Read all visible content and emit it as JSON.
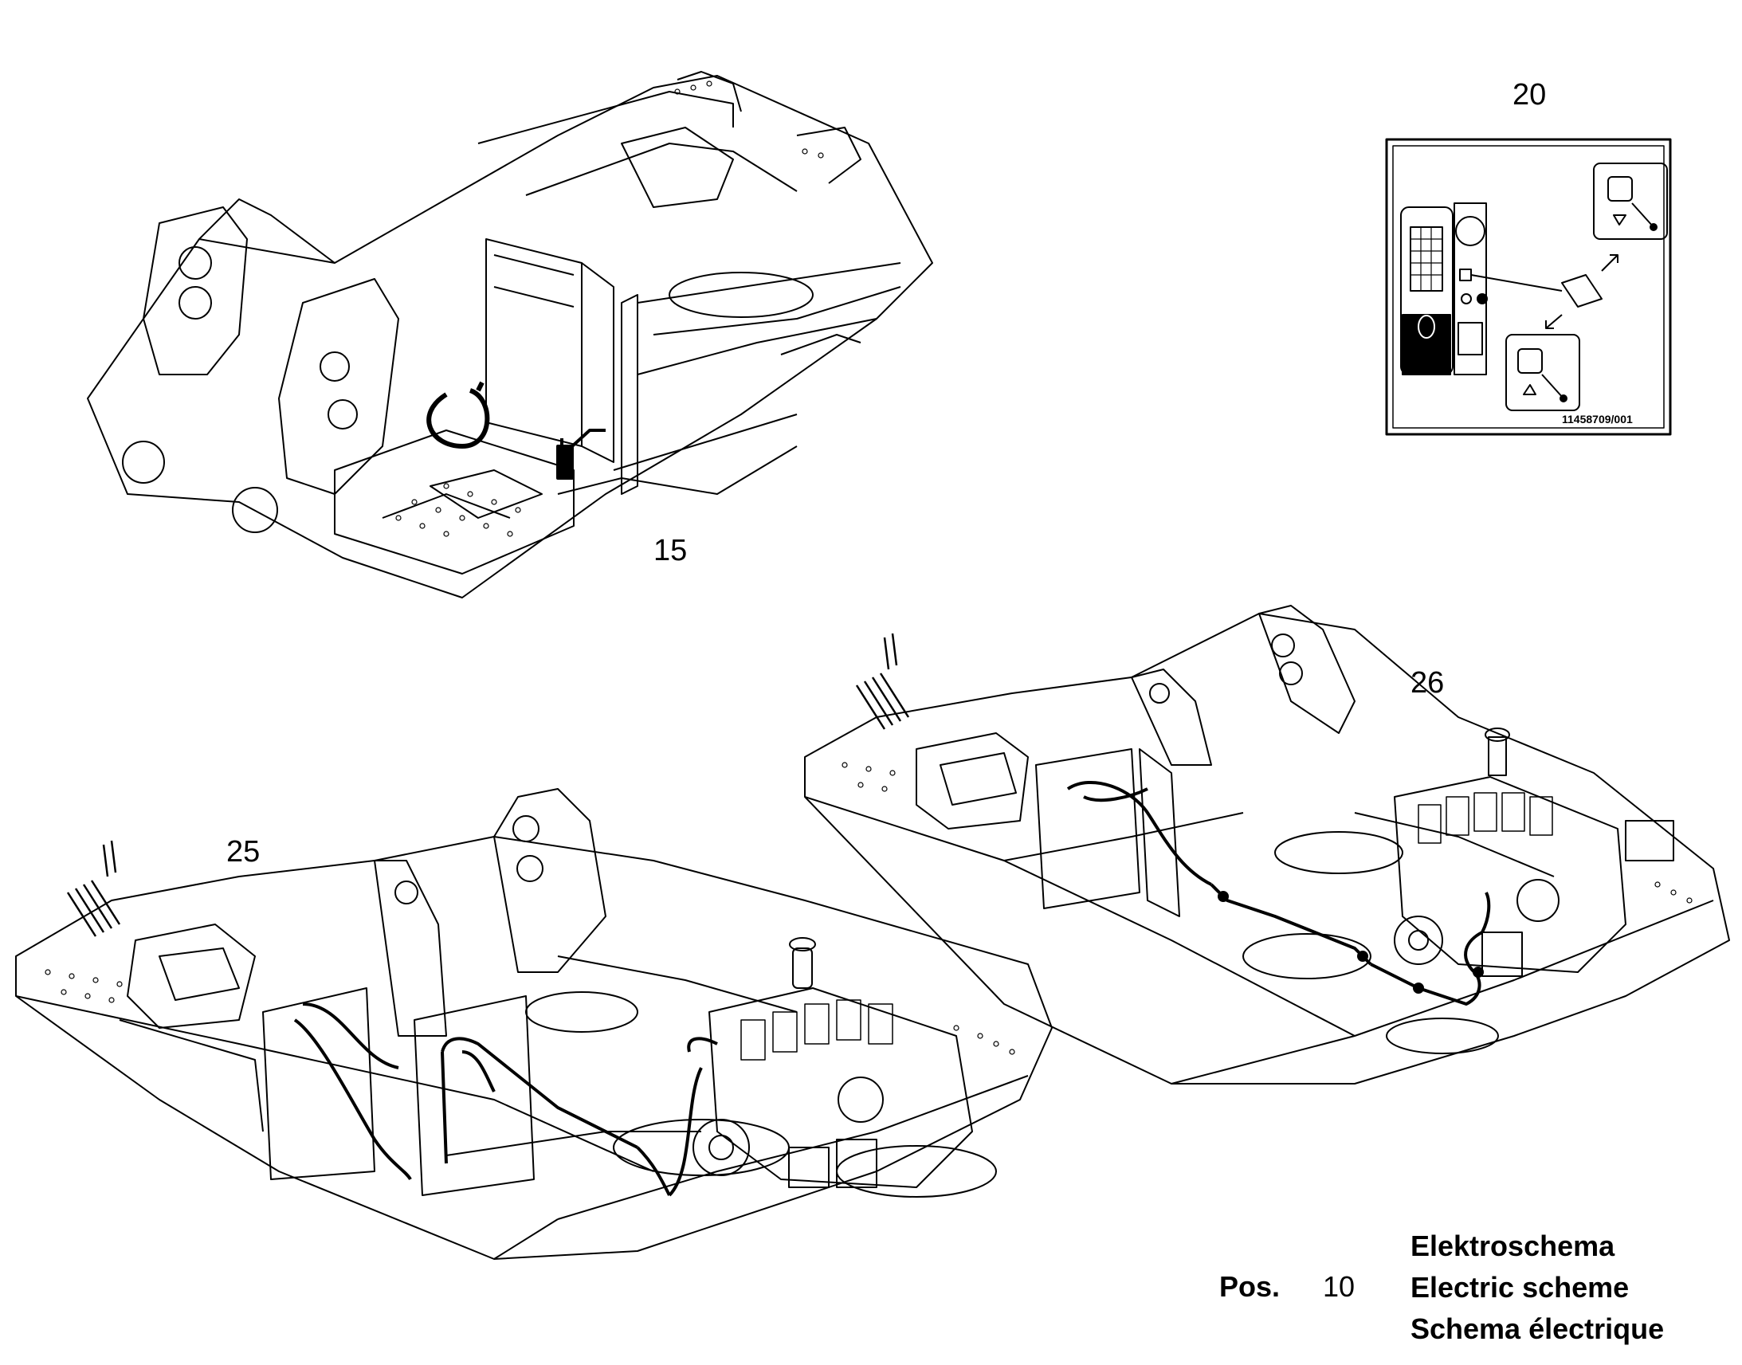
{
  "callouts": {
    "c15": "15",
    "c20": "20",
    "c25": "25",
    "c26": "26"
  },
  "inset": {
    "code": "11458709/001"
  },
  "title_block": {
    "pos_label": "Pos.",
    "pos_number": "10",
    "title_de": "Elektroschema",
    "title_en": "Electric scheme",
    "title_fr": "Schema électrique"
  },
  "colors": {
    "line": "#000000",
    "background": "#ffffff"
  }
}
